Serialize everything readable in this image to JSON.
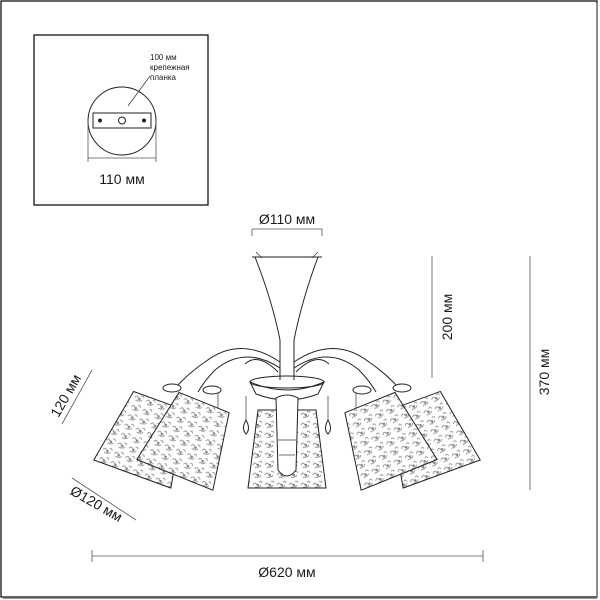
{
  "inset": {
    "callout_top": "100 мм",
    "callout_line2": "крепежная",
    "callout_line3": "планка",
    "width_label": "110 мм"
  },
  "dimensions": {
    "top_diameter": "Ø110 мм",
    "stem_height": "200 мм",
    "total_height": "370 мм",
    "shade_height": "120 мм",
    "shade_diameter": "Ø120 мм",
    "overall_diameter": "Ø620 мм"
  },
  "colors": {
    "line": "#222222",
    "frame": "#000000",
    "background": "#ffffff"
  }
}
